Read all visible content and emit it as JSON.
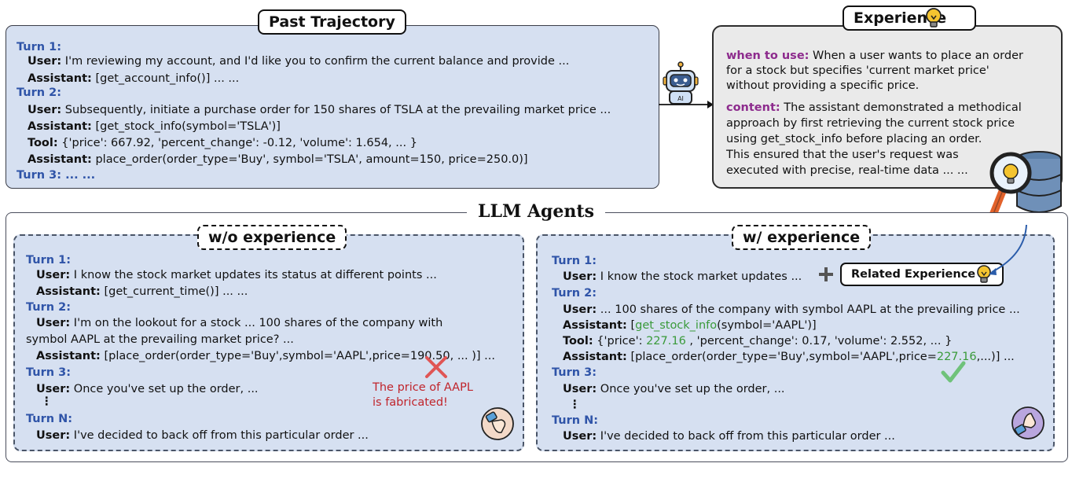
{
  "past_trajectory": {
    "title": "Past Trajectory",
    "turn1": "Turn 1:",
    "t1_user_label": "User:",
    "t1_user": " I'm reviewing my account, and I'd like you to confirm the current balance and provide ...",
    "t1_asst_label": "Assistant:",
    "t1_asst": " [get_account_info()] ... ...",
    "turn2": "Turn 2:",
    "t2_user_label": "User:",
    "t2_user": " Subsequently, initiate a purchase order for 150 shares of TSLA at the prevailing market price ...",
    "t2_asst_label": "Assistant:",
    "t2_asst": " [get_stock_info(symbol='TSLA')]",
    "t2_tool_label": "Tool:",
    "t2_tool": " {'price': 667.92, 'percent_change': -0.12, 'volume': 1.654, ... }",
    "t2_asst2_label": "Assistant:",
    "t2_asst2": " place_order(order_type='Buy', symbol='TSLA', amount=150, price=250.0)]",
    "turn3": "Turn 3: ... ..."
  },
  "experience": {
    "title": "Experience",
    "when_label": "when to use:",
    "when_1": " When a user wants to place an order",
    "when_2": "for a stock but specifies 'current market price'",
    "when_3": "without providing a specific price.",
    "content_label": "content:",
    "content_1": " The assistant demonstrated a methodical",
    "content_2": "approach by first retrieving the current stock price",
    "content_3": "using get_stock_info before placing an order.",
    "content_4": "This ensured that the user's request was",
    "content_5": "executed with precise, real-time data ... ..."
  },
  "llm_agents": {
    "title": "LLM Agents"
  },
  "without": {
    "title": "w/o experience",
    "turn1": "Turn 1:",
    "t1_user_label": "User:",
    "t1_user": " I know the stock market updates its status at different points ...",
    "t1_asst_label": "Assistant:",
    "t1_asst": " [get_current_time()] ... ...",
    "turn2": "Turn 2:",
    "t2_user_label": "User:",
    "t2_user": " I'm on the lookout for a stock ... 100 shares of the company with",
    "t2_user_cont": "symbol AAPL at the prevailing market price? ...",
    "t2_asst_label": "Assistant:",
    "t2_asst": " [place_order(order_type='Buy',symbol='AAPL',price=190.50, ... )] ...",
    "turn3": "Turn 3:",
    "t3_user_label": "User:",
    "t3_user": " Once you've set up the order, ...",
    "ellipsis": "⋮",
    "turnN": "Turn N:",
    "tN_user_label": "User:",
    "tN_user": " I've decided to back off from this particular order ...",
    "warn_1": "The price of AAPL",
    "warn_2": "is fabricated!"
  },
  "with": {
    "title": "w/ experience",
    "turn1": "Turn 1:",
    "t1_user_label": "User:",
    "t1_user": " I know the stock market updates ...",
    "related": "Related Experience",
    "turn2": "Turn 2:",
    "t2_user_label": "User:",
    "t2_user": " ... 100 shares of the company with symbol AAPL at the prevailing price ...",
    "t2_asst_label": "Assistant:",
    "t2_asst_pre": " [",
    "t2_asst_fn": "get_stock_info",
    "t2_asst_post": "(symbol='AAPL')]",
    "t2_tool_label": "Tool:",
    "t2_tool_pre": " {'price': ",
    "t2_tool_price": "227.16",
    "t2_tool_post": " , 'percent_change': 0.17, 'volume': 2.552, ... }",
    "t2_asst2_label": "Assistant:",
    "t2_asst2_pre": " [place_order(order_type='Buy',symbol='AAPL',price=",
    "t2_asst2_price": "227.16",
    "t2_asst2_post": ",...)] ...",
    "turn3": "Turn 3:",
    "t3_user_label": "User:",
    "t3_user": " Once you've set up the order, ...",
    "ellipsis": "⋮",
    "turnN": "Turn N:",
    "tN_user_label": "User:",
    "tN_user": " I've decided to back off from this particular order ..."
  },
  "colors": {
    "panel_blue": "#d6e0f1",
    "turn_blue": "#2f54a8",
    "green": "#3a9a3a",
    "red": "#c0242b",
    "purple": "#8d2b8d",
    "bulb_yellow": "#f4c430"
  }
}
